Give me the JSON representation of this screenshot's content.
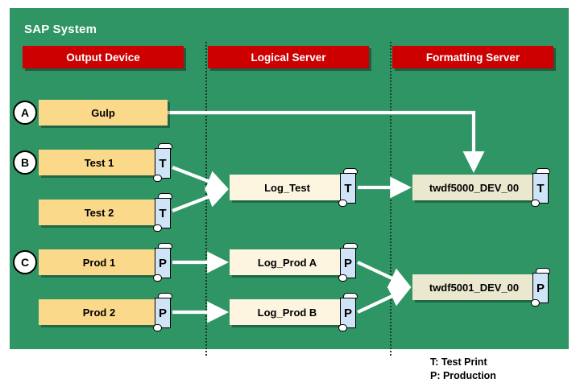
{
  "panel": {
    "title": "SAP System",
    "background_color": "#2F9564"
  },
  "columns": [
    {
      "label": "Output Device",
      "color": "#CC0000"
    },
    {
      "label": "Logical Server",
      "color": "#CC0000"
    },
    {
      "label": "Formatting Server",
      "color": "#CC0000"
    }
  ],
  "markers": [
    {
      "label": "A"
    },
    {
      "label": "B"
    },
    {
      "label": "C"
    }
  ],
  "output_devices": [
    {
      "label": "Gulp",
      "badge": null
    },
    {
      "label": "Test 1",
      "badge": "T"
    },
    {
      "label": "Test 2",
      "badge": "T"
    },
    {
      "label": "Prod 1",
      "badge": "P"
    },
    {
      "label": "Prod 2",
      "badge": "P"
    }
  ],
  "logical_servers": [
    {
      "label": "Log_Test",
      "badge": "T"
    },
    {
      "label": "Log_Prod A",
      "badge": "P"
    },
    {
      "label": "Log_Prod B",
      "badge": "P"
    }
  ],
  "formatting_servers": [
    {
      "label": "twdf5000_DEV_00",
      "badge": "T"
    },
    {
      "label": "twdf5001_DEV_00",
      "badge": "P"
    }
  ],
  "legend": {
    "line1": "T: Test Print",
    "line2": "P: Production"
  },
  "colors": {
    "device_box": "#FBD98A",
    "logical_box": "#FDF5E0",
    "format_box": "#EAE8CE",
    "badge_body": "#CFE4F7",
    "arrow": "#FFFFFF",
    "divider": "#1B3A28"
  }
}
